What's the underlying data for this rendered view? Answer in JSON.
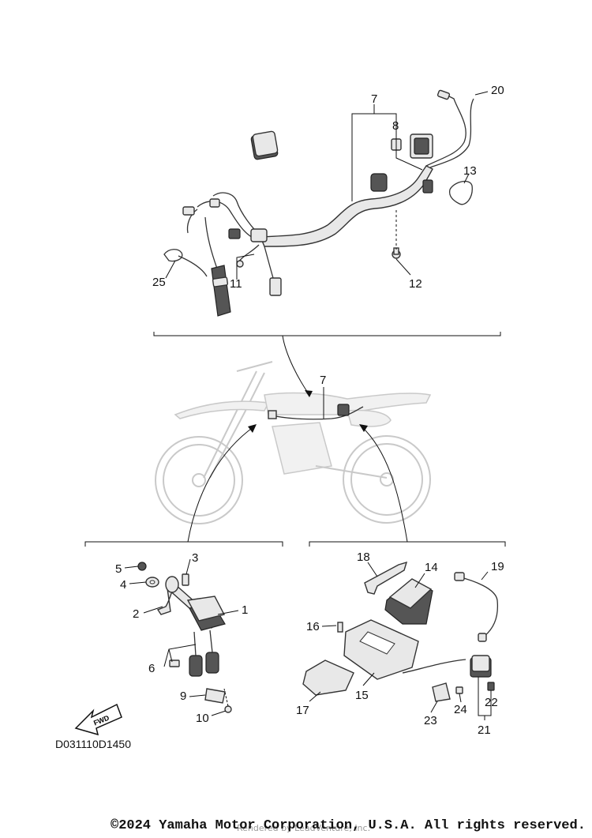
{
  "diagram_code": "D031110D1450",
  "copyright": "©2024 Yamaha Motor Corporation, U.S.A. All rights reserved.",
  "watermark_text": "Rendered by LeadVenture, Inc.",
  "fwd_label": "FWD",
  "callouts": {
    "c1": "1",
    "c2": "2",
    "c3": "3",
    "c4": "4",
    "c5": "5",
    "c6": "6",
    "c7a": "7",
    "c7b": "7",
    "c8": "8",
    "c9": "9",
    "c10": "10",
    "c11": "11",
    "c12": "12",
    "c13": "13",
    "c14": "14",
    "c15": "15",
    "c16": "16",
    "c17": "17",
    "c18": "18",
    "c19": "19",
    "c20": "20",
    "c21": "21",
    "c22": "22",
    "c23": "23",
    "c24": "24",
    "c25": "25"
  },
  "icons": [
    "fwd-arrow-icon",
    "motorcycle-illustration"
  ]
}
